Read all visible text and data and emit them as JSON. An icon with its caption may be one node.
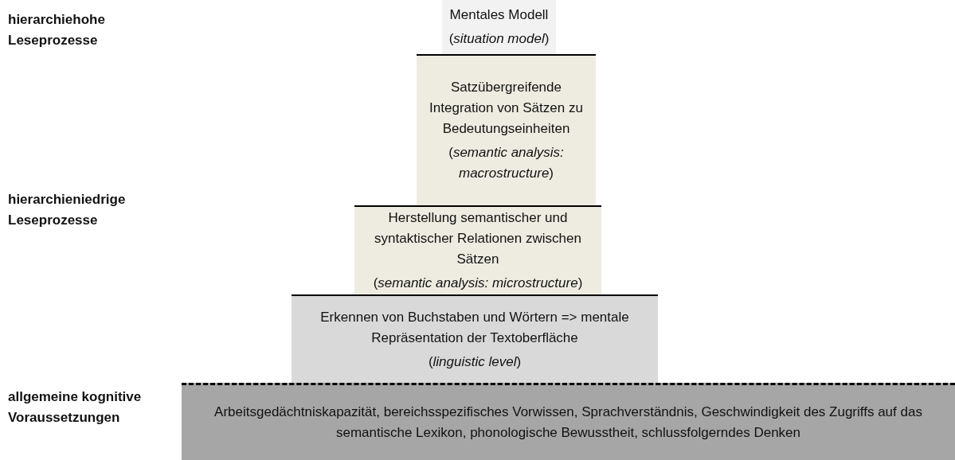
{
  "diagram": {
    "nodes": [
      {
        "text": [
          "Mentales Modell",
          "(*situation model*)"
        ]
      },
      {
        "text": [
          "Satzübergreifende Integration von Sätzen zu Bedeutungseinheiten",
          "(*semantic analysis: macrostructure*)"
        ]
      },
      {
        "text": [
          "Herstellung semantischer und syntaktischer Relationen zwischen Sätzen",
          "(*semantic analysis: microstructure*)"
        ]
      },
      {
        "text": [
          "Erkennen von Buchstaben und Wörtern => mentale Repräsentation der Textoberfläche",
          "(*linguistic level*)"
        ]
      },
      {
        "text": [
          "Arbeitsgedächtniskapazität, bereichsspezifisches Vorwissen, Sprachverständnis, Geschwindigkeit des Zugriffs auf das semantische Lexikon, phonologische Bewusstheit, schlussfolgerndes Denken"
        ]
      }
    ],
    "labels": [
      "hierarchiehohe Leseprozesse",
      "hierarchieniedrige Leseprozesse",
      "allgemeine kognitive Voraussetzungen"
    ]
  }
}
